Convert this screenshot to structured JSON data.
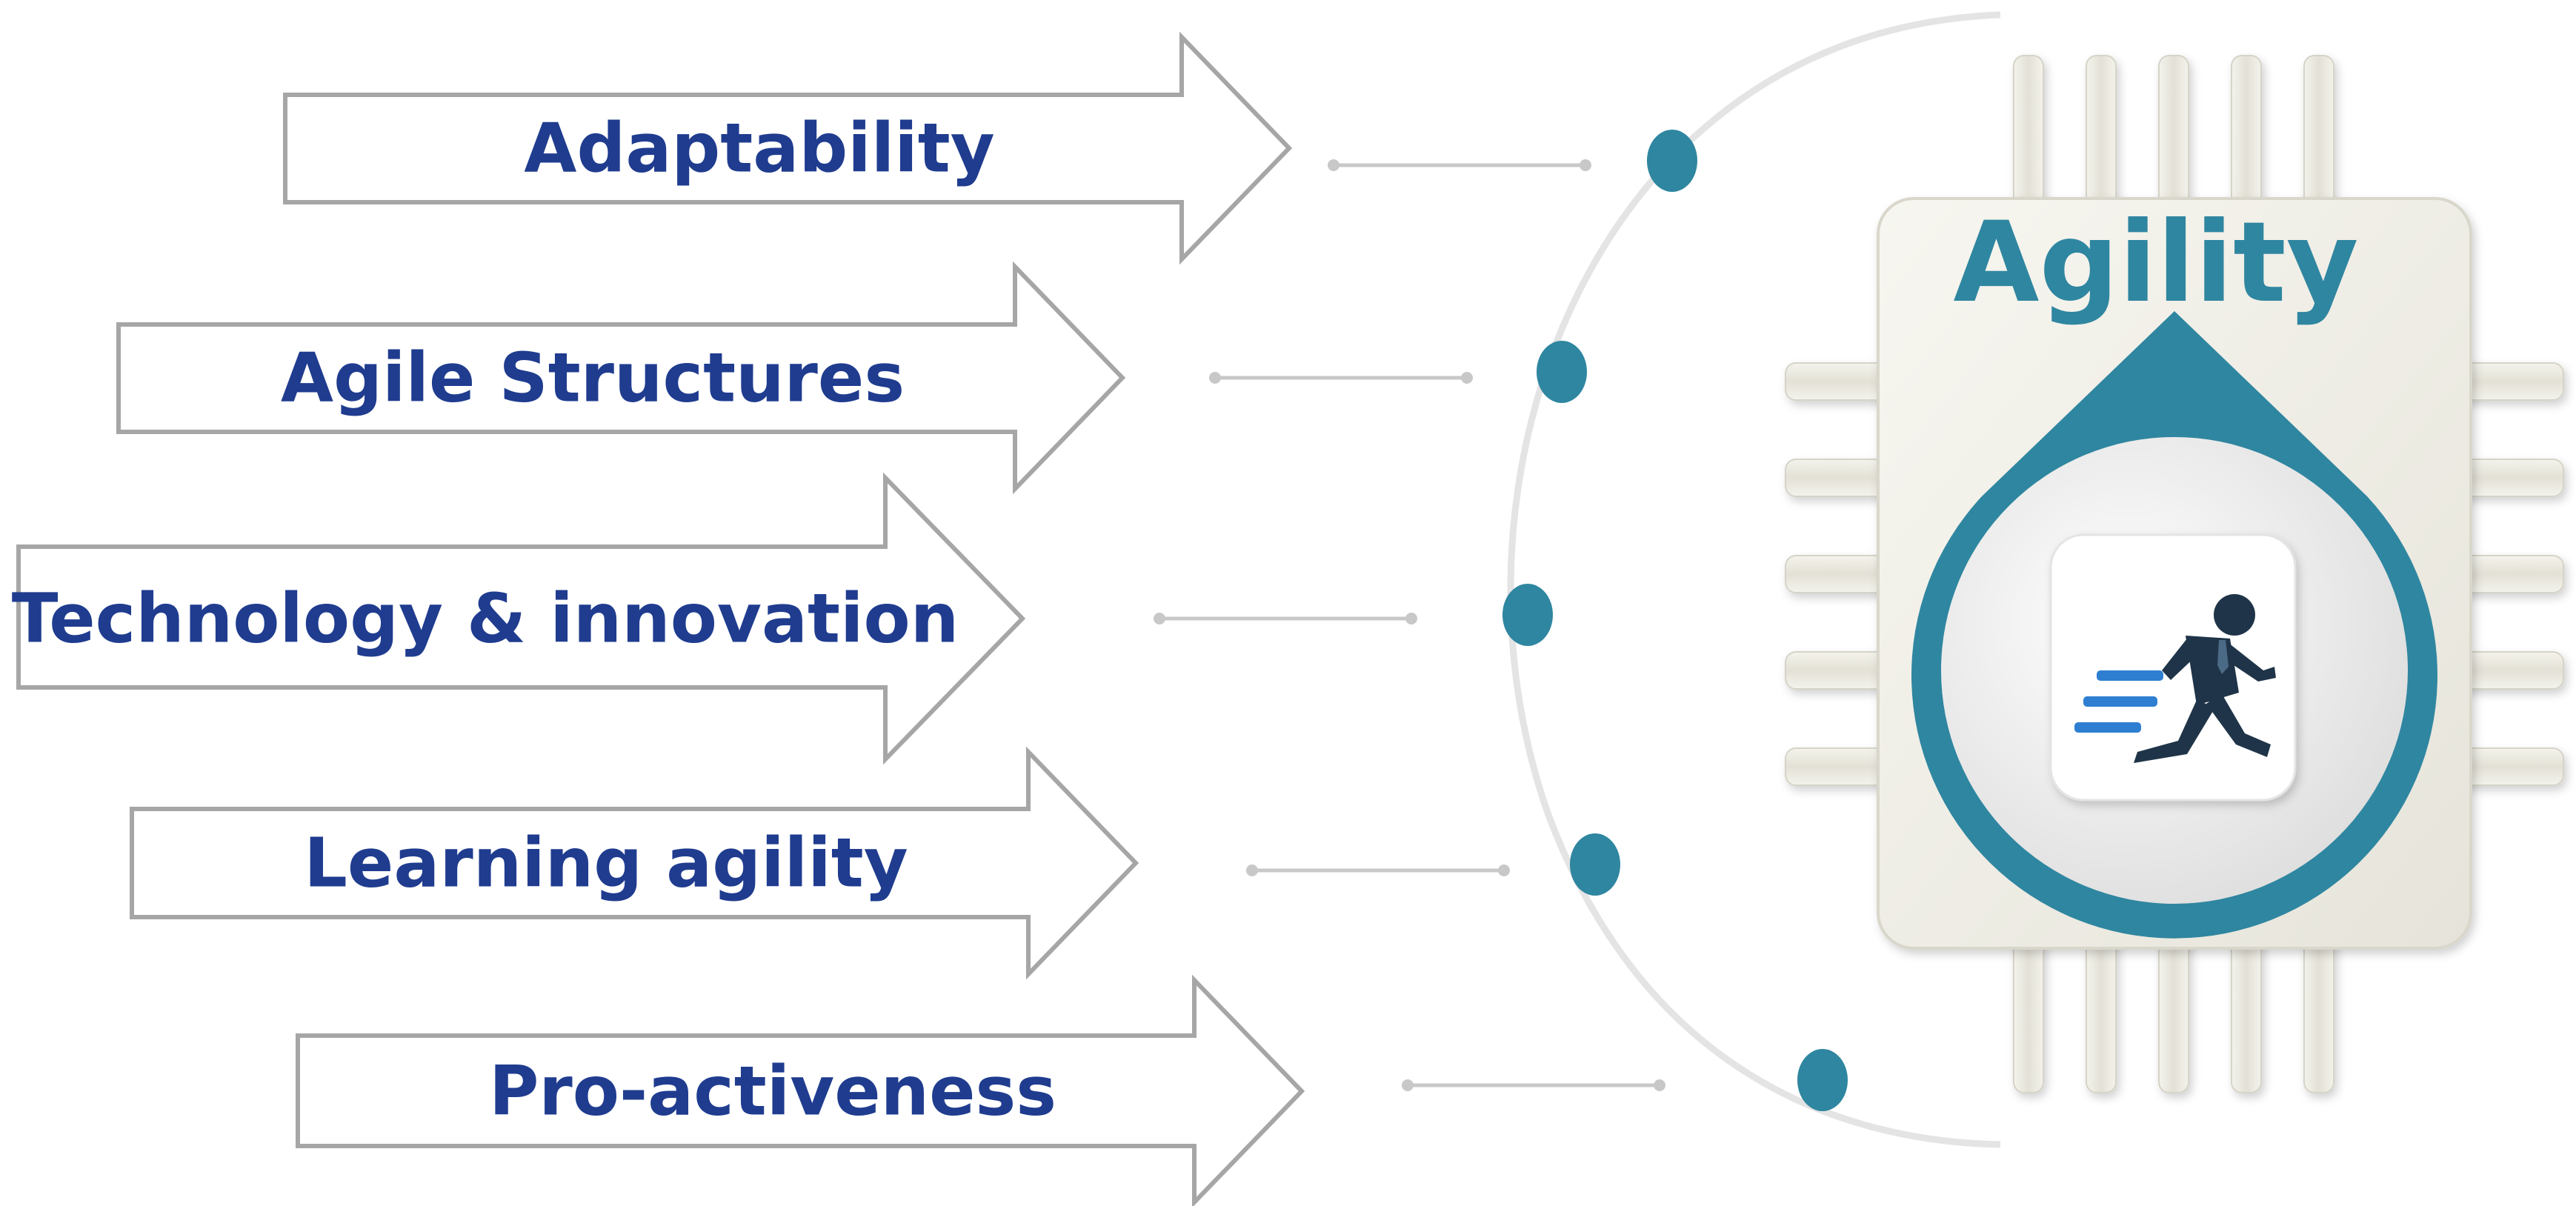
{
  "diagram": {
    "factors": [
      {
        "label": "Adaptability"
      },
      {
        "label": "Agile Structures"
      },
      {
        "label": "Technology & innovation"
      },
      {
        "label": "Learning agility"
      },
      {
        "label": "Pro-activeness"
      }
    ],
    "hub": {
      "title": "Agility",
      "icon": "running-businessman-icon"
    },
    "colors": {
      "arrow_stroke": "#a6a6a6",
      "label_text": "#1f3c8f",
      "accent": "#2f86a0",
      "chip_body": "#efeee6",
      "connector": "#c8c8c8"
    }
  }
}
